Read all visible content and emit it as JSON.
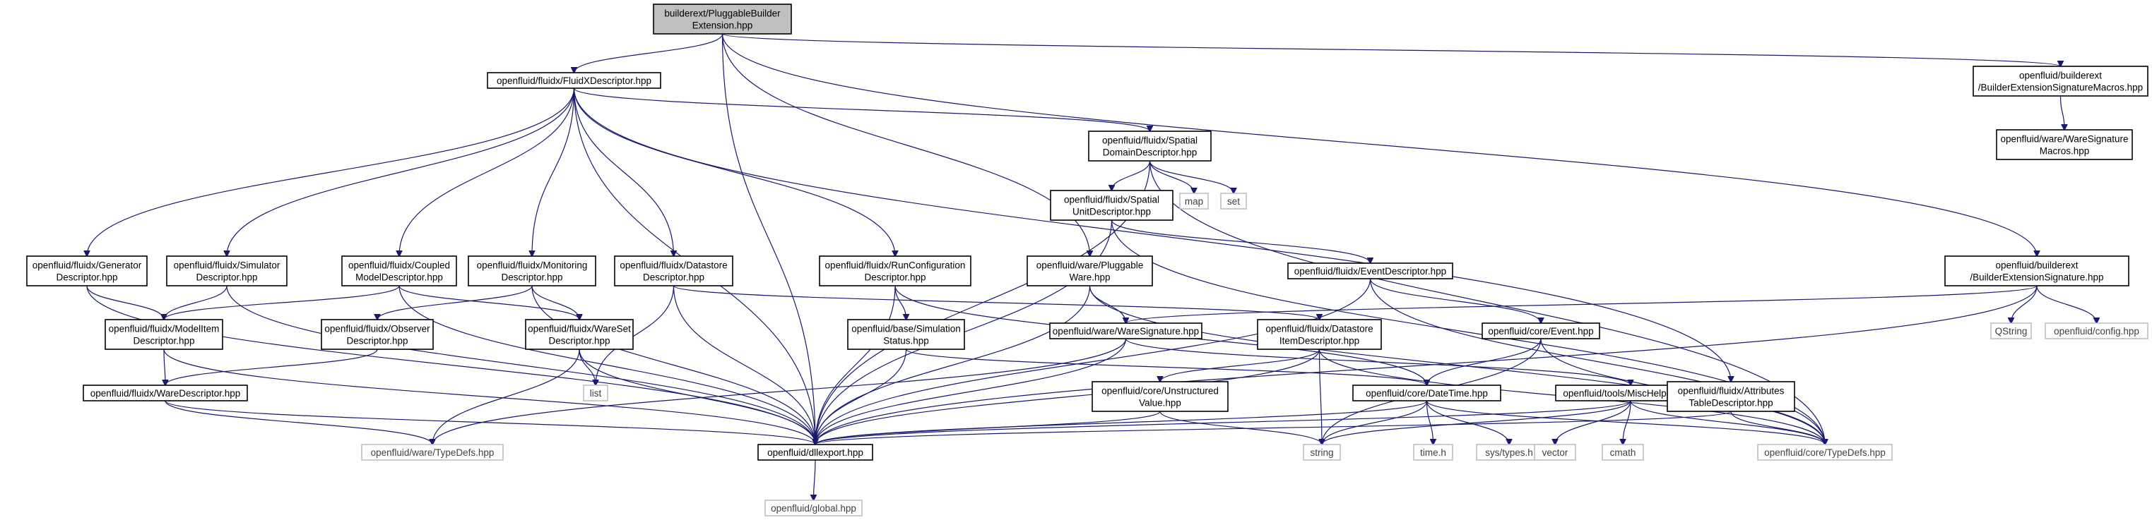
{
  "graph": {
    "colors": {
      "edge": "#191970",
      "root_fill": "#bfbfbf",
      "node_fill": "#ffffff",
      "node_border": "#000000",
      "external_border": "#bfbfbf",
      "external_text": "#404040"
    },
    "nodes": {
      "root": [
        "builderext/PluggableBuilder",
        "Extension.hpp"
      ],
      "fluidx_desc": [
        "openfluid/fluidx/FluidXDescriptor.hpp"
      ],
      "sig_macros": [
        "openfluid/builderext",
        "/BuilderExtensionSignatureMacros.hpp"
      ],
      "ware_sig_macros": [
        "openfluid/ware/WareSignature",
        "Macros.hpp"
      ],
      "spatial_domain": [
        "openfluid/fluidx/Spatial",
        "DomainDescriptor.hpp"
      ],
      "map": [
        "map"
      ],
      "set": [
        "set"
      ],
      "spatial_unit": [
        "openfluid/fluidx/Spatial",
        "UnitDescriptor.hpp"
      ],
      "generator": [
        "openfluid/fluidx/Generator",
        "Descriptor.hpp"
      ],
      "simulator": [
        "openfluid/fluidx/Simulator",
        "Descriptor.hpp"
      ],
      "coupled": [
        "openfluid/fluidx/Coupled",
        "ModelDescriptor.hpp"
      ],
      "monitoring": [
        "openfluid/fluidx/Monitoring",
        "Descriptor.hpp"
      ],
      "datastore": [
        "openfluid/fluidx/Datastore",
        "Descriptor.hpp"
      ],
      "runconfig": [
        "openfluid/fluidx/RunConfiguration",
        "Descriptor.hpp"
      ],
      "pluggable_ware": [
        "openfluid/ware/Pluggable",
        "Ware.hpp"
      ],
      "event_desc": [
        "openfluid/fluidx/EventDescriptor.hpp"
      ],
      "builder_sig": [
        "openfluid/builderext",
        "/BuilderExtensionSignature.hpp"
      ],
      "qstring": [
        "QString"
      ],
      "config": [
        "openfluid/config.hpp"
      ],
      "modelitem": [
        "openfluid/fluidx/ModelItem",
        "Descriptor.hpp"
      ],
      "observer": [
        "openfluid/fluidx/Observer",
        "Descriptor.hpp"
      ],
      "wareset": [
        "openfluid/fluidx/WareSet",
        "Descriptor.hpp"
      ],
      "sim_status": [
        "openfluid/base/Simulation",
        "Status.hpp"
      ],
      "ware_signature": [
        "openfluid/ware/WareSignature.hpp"
      ],
      "datastore_item": [
        "openfluid/fluidx/Datastore",
        "ItemDescriptor.hpp"
      ],
      "core_event": [
        "openfluid/core/Event.hpp"
      ],
      "ware_desc": [
        "openfluid/fluidx/WareDescriptor.hpp"
      ],
      "list": [
        "list"
      ],
      "unstructured": [
        "openfluid/core/Unstructured",
        "Value.hpp"
      ],
      "datetime": [
        "openfluid/core/DateTime.hpp"
      ],
      "mischelpers": [
        "openfluid/tools/MiscHelpers.hpp"
      ],
      "attributes_table": [
        "openfluid/fluidx/Attributes",
        "TableDescriptor.hpp"
      ],
      "ware_typedefs": [
        "openfluid/ware/TypeDefs.hpp"
      ],
      "dllexport": [
        "openfluid/dllexport.hpp"
      ],
      "string": [
        "string"
      ],
      "timeh": [
        "time.h"
      ],
      "systypes": [
        "sys/types.h"
      ],
      "vector": [
        "vector"
      ],
      "cmath": [
        "cmath"
      ],
      "core_typedefs": [
        "openfluid/core/TypeDefs.hpp"
      ],
      "global": [
        "openfluid/global.hpp"
      ]
    }
  }
}
